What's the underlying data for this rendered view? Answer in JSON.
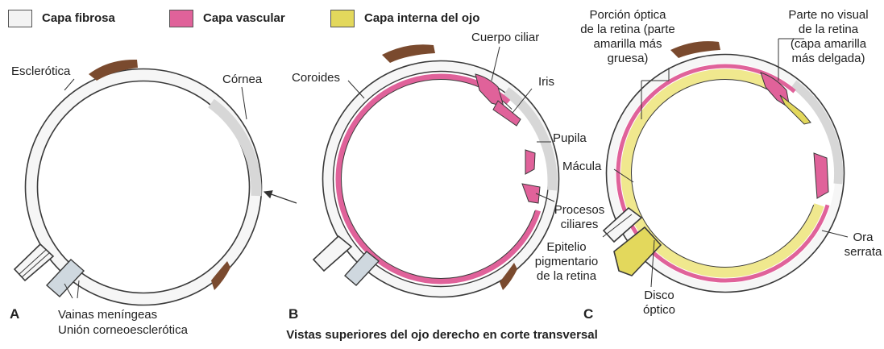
{
  "legend": [
    {
      "label": "Capa fibrosa",
      "color": "#f3f3f3"
    },
    {
      "label": "Capa vascular",
      "color": "#e0629a"
    },
    {
      "label": "Capa interna del ojo",
      "color": "#e3d85c"
    }
  ],
  "colors": {
    "fibrous": "#f6f6f6",
    "fibrous_outline": "#3a3a3a",
    "cornea": "#d7d7d7",
    "vascular": "#e0629a",
    "retina": "#f0e88e",
    "retina_thick": "#e3d85c",
    "muscle": "#7a4a2e"
  },
  "panels": {
    "a": {
      "letter": "A",
      "labels": {
        "sclera": "Esclerótica",
        "cornea": "Córnea",
        "sheaths": "Vainas meníngeas",
        "junction": "Unión corneoesclerótica"
      }
    },
    "b": {
      "letter": "B",
      "labels": {
        "choroid": "Coroides",
        "ciliary_body": "Cuerpo ciliar",
        "iris": "Iris",
        "pupil": "Pupila",
        "ciliary_processes_1": "Procesos",
        "ciliary_processes_2": "ciliares"
      }
    },
    "c": {
      "letter": "C",
      "labels": {
        "optic_retina": [
          "Porción óptica",
          "de la retina (parte",
          "amarilla más",
          "gruesa)"
        ],
        "nonvisual_retina": [
          "Parte no visual",
          "de la retina",
          "(capa amarilla",
          "más delgada)"
        ],
        "macula": "Mácula",
        "pigment_epithelium": [
          "Epitelio",
          "pigmentario",
          "de la retina"
        ],
        "optic_disc": [
          "Disco",
          "óptico"
        ],
        "ora_serrata": [
          "Ora",
          "serrata"
        ]
      }
    }
  },
  "caption": "Vistas superiores del ojo derecho en corte transversal"
}
